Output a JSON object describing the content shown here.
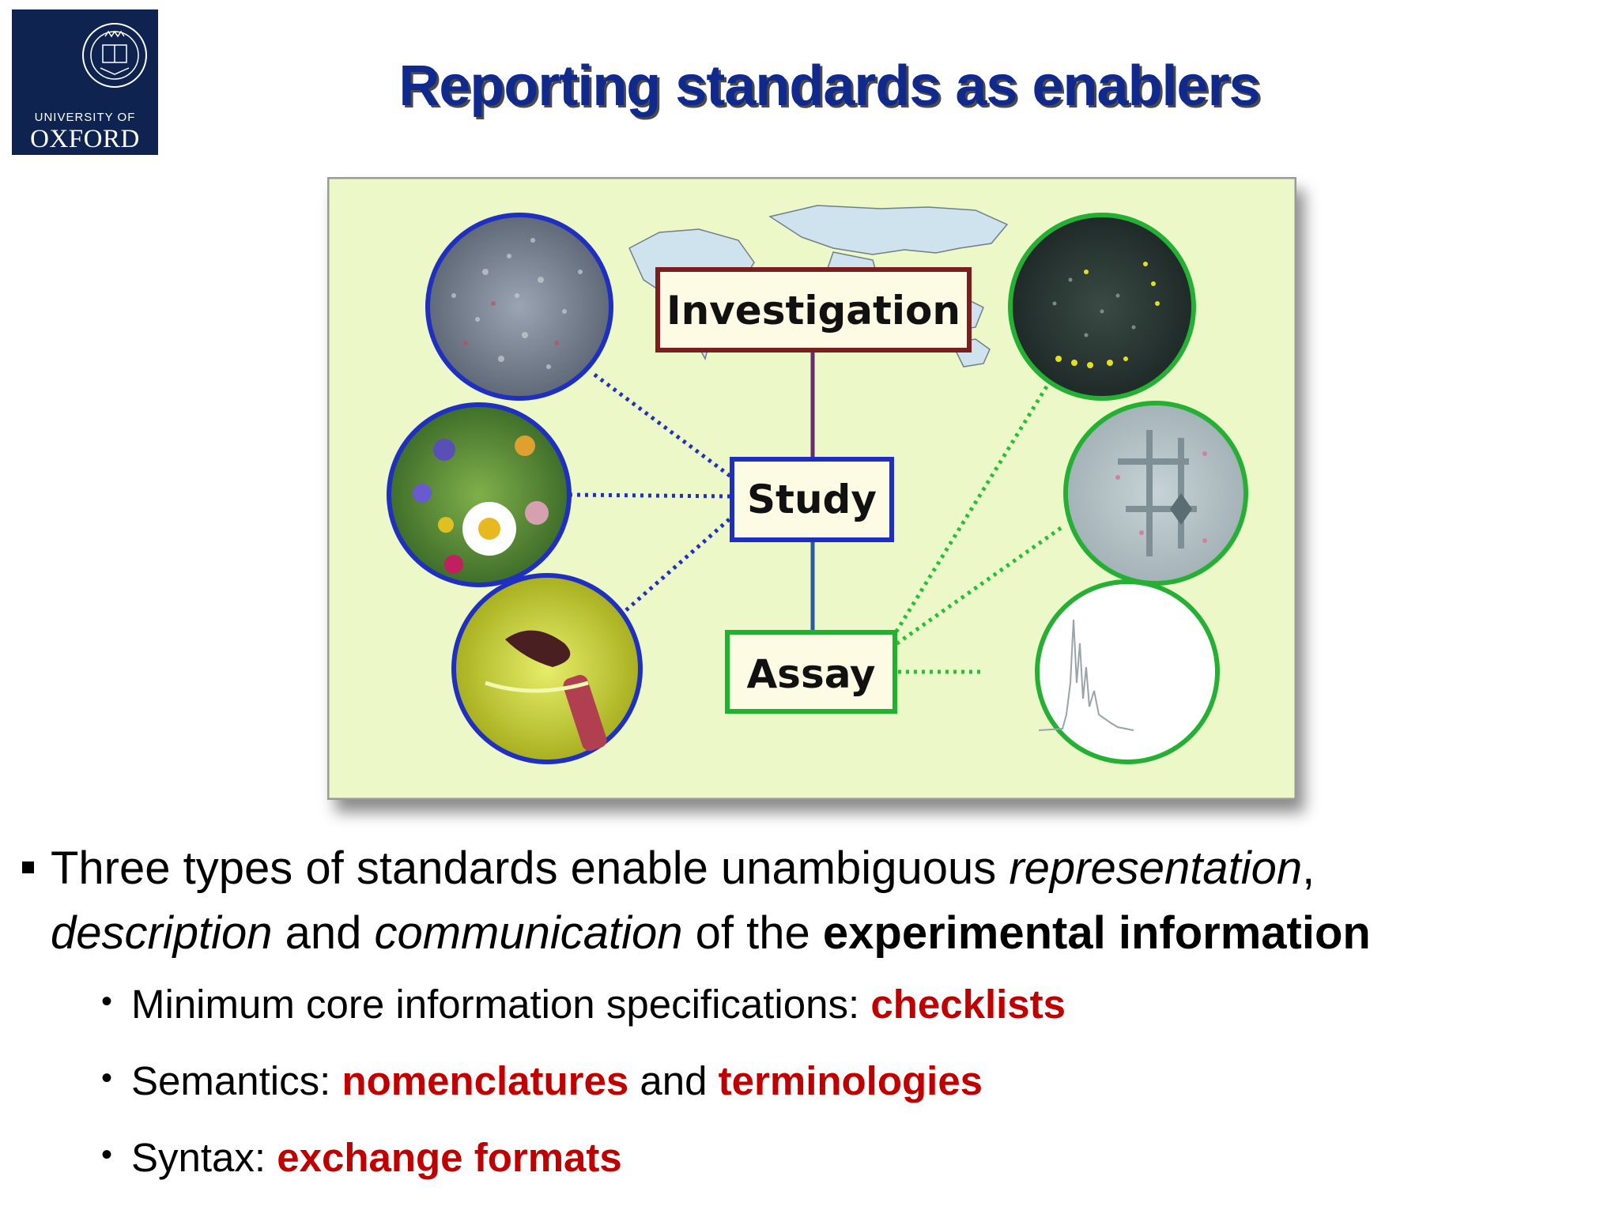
{
  "logo": {
    "small": "UNIVERSITY OF",
    "big": "OXFORD"
  },
  "title": "Reporting standards as enablers",
  "diagram": {
    "investigation": "Investigation",
    "study": "Study",
    "assay": "Assay",
    "colors": {
      "background": "#ecf8c8",
      "investigation_border": "#7a1f1f",
      "study_border": "#1e2fc0",
      "assay_border": "#22b030",
      "box_fill": "#fdfbe3"
    }
  },
  "main_bullet": {
    "p1": "Three types of standards enable unambiguous ",
    "i1": "representation",
    "p2": ",",
    "i2": "description",
    "p3": " and ",
    "i3": "communication",
    "p4": " of the ",
    "b1": "experimental information"
  },
  "sub_bullets": {
    "b1": {
      "text": "Minimum core information specifications: ",
      "red": "checklists"
    },
    "b2": {
      "text": "Semantics: ",
      "red1": "nomenclatures",
      "mid": " and ",
      "red2": "terminologies"
    },
    "b3": {
      "text": "Syntax: ",
      "red": "exchange formats"
    }
  },
  "bullet_glyph": "•"
}
